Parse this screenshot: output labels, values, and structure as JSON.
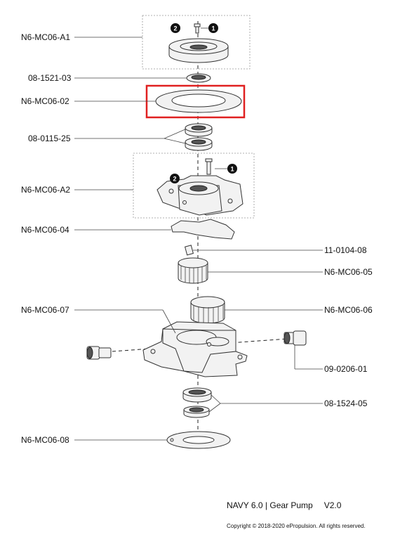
{
  "labels": {
    "a1": "N6-MC06-A1",
    "p1521": "08-1521-03",
    "p02": "N6-MC06-02",
    "p0115": "08-0115-25",
    "a2": "N6-MC06-A2",
    "p04": "N6-MC06-04",
    "p0104": "11-0104-08",
    "p05": "N6-MC06-05",
    "p07": "N6-MC06-07",
    "p06": "N6-MC06-06",
    "p0206": "09-0206-01",
    "p1524": "08-1524-05",
    "p08": "N6-MC06-08"
  },
  "badges": {
    "one": "1",
    "two": "2"
  },
  "footer": {
    "title": "NAVY 6.0 | Gear Pump",
    "version": "V2.0",
    "copyright": "Copyright © 2018-2020 ePropulsion. All rights reserved."
  },
  "colors": {
    "highlight": "#e02020",
    "line": "#333333",
    "badge": "#111111"
  }
}
